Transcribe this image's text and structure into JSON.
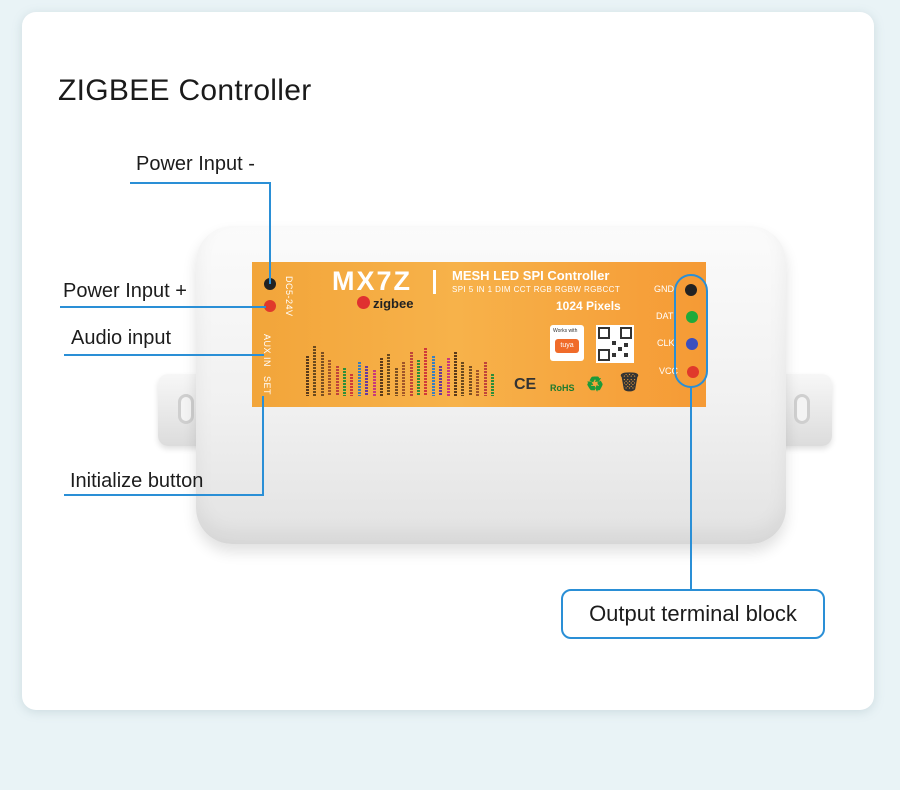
{
  "title": "ZIGBEE Controller",
  "callouts": {
    "power_minus": "Power Input -",
    "power_plus": "Power Input +",
    "audio": "Audio input",
    "init": "Initialize button",
    "output": "Output terminal block"
  },
  "device": {
    "model": "MX7Z",
    "brand": "zigbee",
    "product_line": "MESH LED SPI Controller",
    "modes": "SPI 5 IN 1 DIM CCT RGB RGBW RGBCCT",
    "pixels": "1024 Pixels",
    "voltage": "DC5-24V",
    "aux": "AUX IN",
    "set": "SET",
    "tuya_works_with": "Works with",
    "tuya": "tuya",
    "ce": "CE",
    "rohs": "RoHS",
    "terminals": [
      "GND",
      "DAT",
      "CLK",
      "VCC"
    ]
  },
  "colors": {
    "accent": "#2a8fd6",
    "label_orange": "#f5a23a",
    "terminal_gnd": "#222222",
    "terminal_dat": "#1faa3a",
    "terminal_clk": "#3a4fbf",
    "terminal_vcc": "#e0392b"
  }
}
